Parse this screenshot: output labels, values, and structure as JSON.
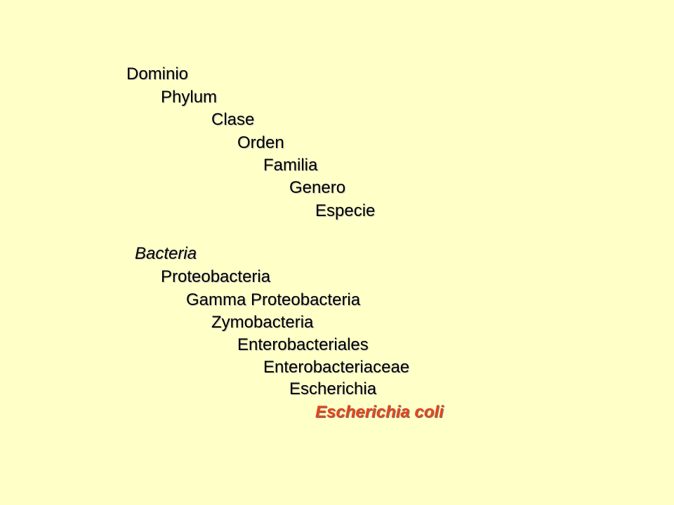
{
  "ranks": [
    "Dominio",
    "Phylum",
    "Clase",
    "Orden",
    "Familia",
    "Genero",
    "Especie"
  ],
  "example": [
    "Bacteria",
    "Proteobacteria",
    "Gamma Proteobacteria",
    "Zymobacteria",
    "Enterobacteriales",
    "Enterobacteriaceae",
    "Escherichia",
    "Escherichia coli"
  ],
  "colors": {
    "background": "#ffffc8",
    "highlight": "#e8441a"
  }
}
